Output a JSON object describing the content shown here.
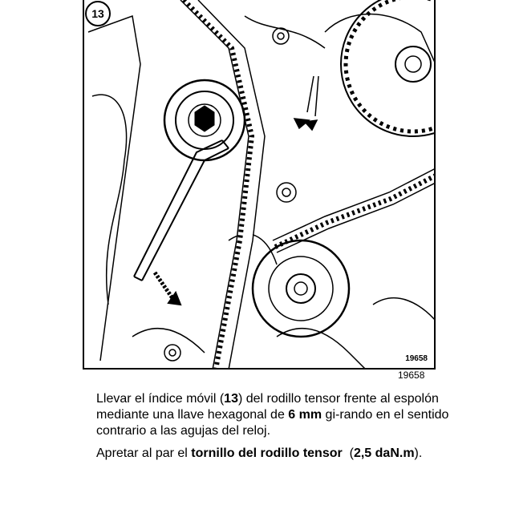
{
  "figure": {
    "callout": "13",
    "number_inner": "19658",
    "number_outer": "19658"
  },
  "paragraph1": {
    "t1": "Llevar el índice móvil (",
    "b1": "13",
    "t2": ") del rodillo tensor frente al espolón mediante una llave hexagonal de ",
    "b2": "6 mm",
    "t3": " gi-rando en el sentido contrario a las agujas del reloj."
  },
  "paragraph2": {
    "t1": "Apretar al par el ",
    "b1": "tornillo del rodillo tensor",
    "t2": "  (",
    "b2": "2,5 daN.m",
    "t3": ")."
  }
}
